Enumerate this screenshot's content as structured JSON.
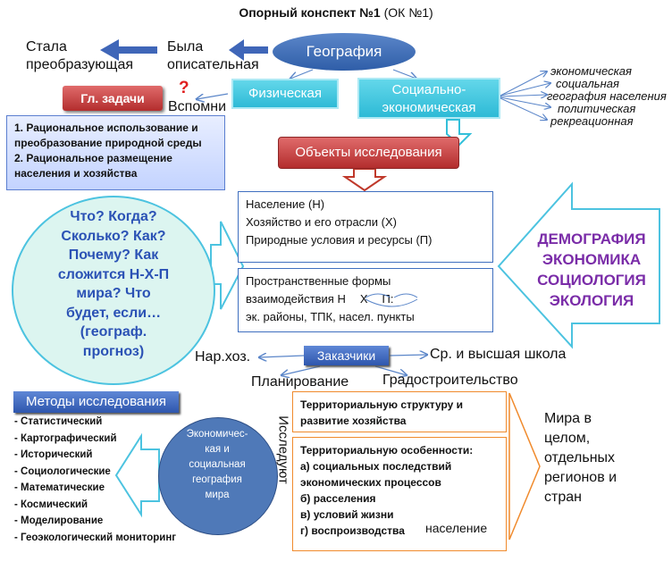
{
  "title": {
    "bold": "Опорный конспект №1",
    "rest": " (ОК №1)"
  },
  "top": {
    "became": [
      "Стала",
      "преобразующая"
    ],
    "was": [
      "Была",
      "описательная"
    ],
    "geography": "География",
    "physical": "Физическая",
    "socio_econ": [
      "Социально-",
      "экономическая"
    ],
    "branches": [
      "экономическая",
      "социальная",
      "география населения",
      "политическая",
      "рекреационная"
    ],
    "main_tasks": "Гл. задачи",
    "question_mark": "?",
    "remember": "Вспомни",
    "tasks": [
      "1. Рациональное использование и",
      "преобразование природной среды",
      "2. Рациональное размещение",
      "населения и хозяйства"
    ],
    "objects": "Объекты исследования"
  },
  "objects_box": {
    "lines": [
      "Население (Н)",
      "Хозяйство и его отрасли (Х)",
      "Природные условия и ресурсы (П)"
    ]
  },
  "forms_box": {
    "line1": "Пространственные формы",
    "line2_pre": "взаимодействия ",
    "n": "Н",
    "x": "Х",
    "p": "П",
    "line2_post": ":",
    "line3": "эк. районы, ТПК, насел. пункты"
  },
  "questions": [
    "Что? Когда?",
    "Сколько? Как?",
    "Почему? Как",
    "сложится Н-Х-П",
    "мира? Что",
    "будет, если…",
    "(географ.",
    "прогноз)"
  ],
  "sciences": [
    "ДЕМОГРАФИЯ",
    "ЭКОНОМИКА",
    "СОЦИОЛОГИЯ",
    "ЭКОЛОГИЯ"
  ],
  "customers": {
    "title": "Заказчики",
    "economy": "Нар.хоз.",
    "school": "Ср. и высшая школа",
    "planning": "Планирование",
    "urban": "Градостроительство"
  },
  "methods": {
    "title": "Методы исследования",
    "items": [
      "- Статистический",
      "- Картографический",
      "- Исторический",
      "- Социологические",
      "- Математические",
      "- Космический",
      "- Моделирование",
      "- Геоэкологический мониторинг"
    ]
  },
  "egm": [
    "Экономичес-",
    "кая и",
    "социальная",
    "география",
    "мира"
  ],
  "investigate": "Исследуют",
  "study": {
    "box1": [
      "Территориальную структуру и",
      "развитие хозяйства"
    ],
    "box2": [
      "Территориальную особенности:",
      "а) социальных последствий",
      "экономических процессов",
      "б) расселения",
      "в) условий жизни",
      "г) воспроизводства"
    ],
    "population": "население"
  },
  "world": [
    "Мира в",
    "целом,",
    "отдельных",
    "регионов и",
    "стран"
  ],
  "colors": {
    "blue_arrow": "#3f66b8",
    "cyan": "#33bfd9",
    "red": "#c0392b",
    "orange": "#f08a2c",
    "purple": "#7a2ca8",
    "question_blue": "#2b52b5"
  }
}
